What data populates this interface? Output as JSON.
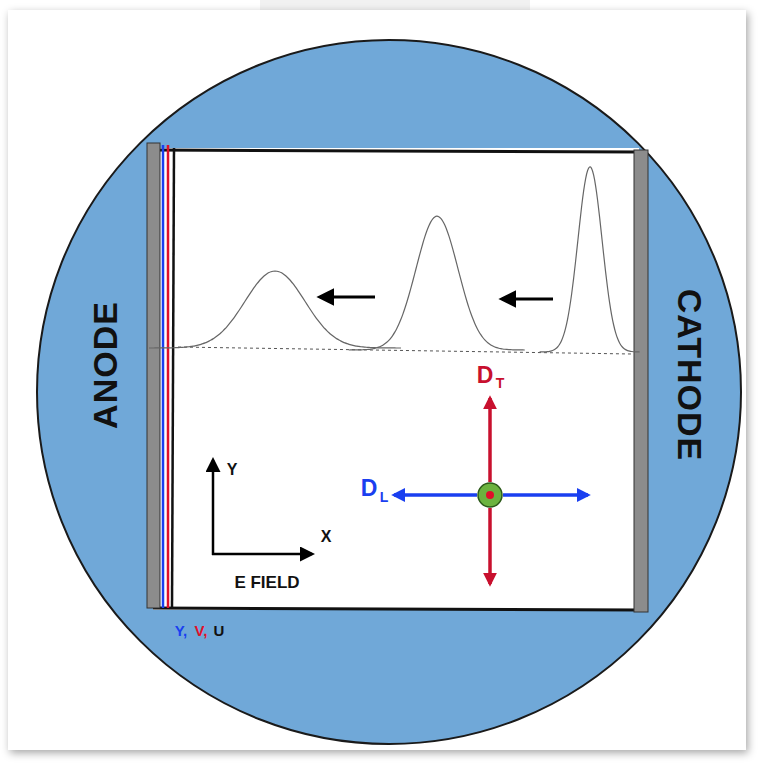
{
  "diagram": {
    "labels": [
      "ANODE",
      "CATHODE",
      "Y",
      "X",
      "E FIELD",
      "D",
      "T",
      "D",
      "L",
      "Y,",
      "V,",
      "U"
    ]
  }
}
